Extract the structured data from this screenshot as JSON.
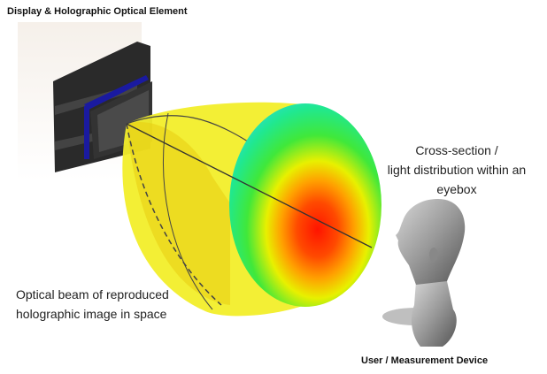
{
  "labels": {
    "display_title": "Display & Holographic Optical Element",
    "cross_section": [
      "Cross-section /",
      "light distribution within an",
      "eyebox"
    ],
    "beam": [
      "Optical beam of reproduced",
      "holographic image in space"
    ],
    "user": "User /  Measurement Device"
  },
  "colors": {
    "beam": "#f2ee2a",
    "peak": "#ff1a00",
    "edge": "#28e8d8",
    "display_frame": "#1a1aa0",
    "display_body": "#222222"
  }
}
